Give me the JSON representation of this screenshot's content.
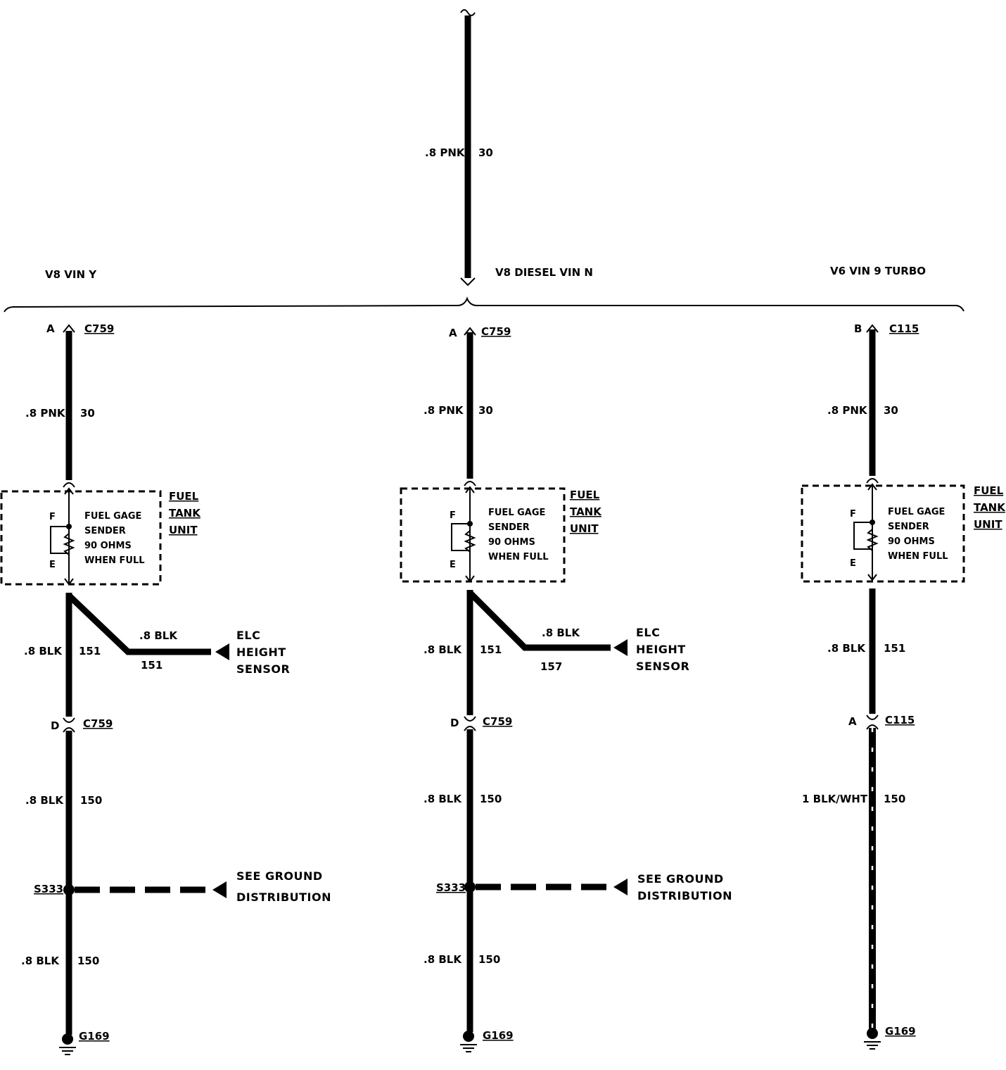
{
  "top_wire": {
    "gauge_color": ".8 PNK",
    "circuit": "30"
  },
  "variants": [
    {
      "name": "V8 VIN Y"
    },
    {
      "name": "V8 DIESEL VIN N"
    },
    {
      "name": "V6 VIN 9 TURBO"
    }
  ],
  "columns": [
    {
      "top_pin": "A",
      "top_connector": "C759",
      "wire1_gauge_color": ".8 PNK",
      "wire1_circuit": "30",
      "component": {
        "name_lines": [
          "FUEL",
          "TANK",
          "UNIT"
        ],
        "desc_lines": [
          "FUEL GAGE",
          "SENDER",
          "90 OHMS",
          "WHEN FULL"
        ],
        "pin_f": "F",
        "pin_e": "E"
      },
      "wire2_gauge_color": ".8 BLK",
      "wire2_circuit": "151",
      "branch": {
        "gauge_color": ".8 BLK",
        "circuit": "151",
        "dest_lines": [
          "ELC",
          "HEIGHT",
          "SENSOR"
        ]
      },
      "mid_pin": "D",
      "mid_connector": "C759",
      "wire3_gauge_color": ".8 BLK",
      "wire3_circuit": "150",
      "splice": "S333",
      "splice_dest_lines": [
        "SEE GROUND",
        "DISTRIBUTION"
      ],
      "wire4_gauge_color": ".8 BLK",
      "wire4_circuit": "150",
      "ground": "G169"
    },
    {
      "top_pin": "A",
      "top_connector": "C759",
      "wire1_gauge_color": ".8 PNK",
      "wire1_circuit": "30",
      "component": {
        "name_lines": [
          "FUEL",
          "TANK",
          "UNIT"
        ],
        "desc_lines": [
          "FUEL GAGE",
          "SENDER",
          "90 OHMS",
          "WHEN FULL"
        ],
        "pin_f": "F",
        "pin_e": "E"
      },
      "wire2_gauge_color": ".8 BLK",
      "wire2_circuit": "151",
      "branch": {
        "gauge_color": ".8 BLK",
        "circuit": "157",
        "dest_lines": [
          "ELC",
          "HEIGHT",
          "SENSOR"
        ]
      },
      "mid_pin": "D",
      "mid_connector": "C759",
      "wire3_gauge_color": ".8 BLK",
      "wire3_circuit": "150",
      "splice": "S333",
      "splice_dest_lines": [
        "SEE GROUND",
        "DISTRIBUTION"
      ],
      "wire4_gauge_color": ".8 BLK",
      "wire4_circuit": "150",
      "ground": "G169"
    },
    {
      "top_pin": "B",
      "top_connector": "C115",
      "wire1_gauge_color": ".8 PNK",
      "wire1_circuit": "30",
      "component": {
        "name_lines": [
          "FUEL",
          "TANK",
          "UNIT"
        ],
        "desc_lines": [
          "FUEL GAGE",
          "SENDER",
          "90 OHMS",
          "WHEN FULL"
        ],
        "pin_f": "F",
        "pin_e": "E"
      },
      "wire2_gauge_color": ".8 BLK",
      "wire2_circuit": "151",
      "mid_pin": "A",
      "mid_connector": "C115",
      "wire3_gauge_color": "1 BLK/WHT",
      "wire3_circuit": "150",
      "ground": "G169"
    }
  ]
}
